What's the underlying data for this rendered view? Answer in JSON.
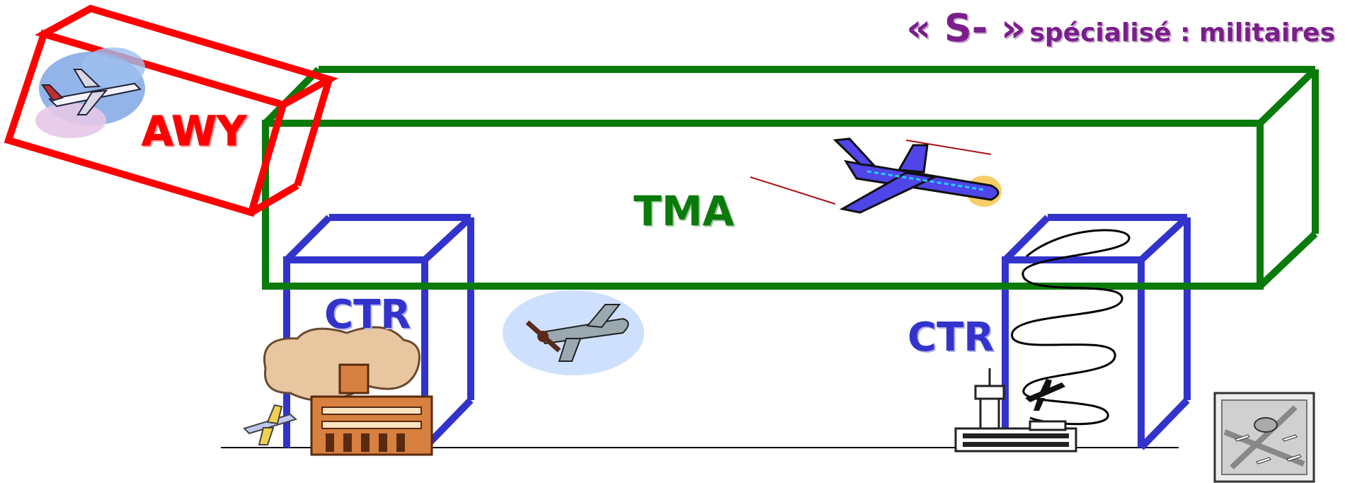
{
  "header": {
    "prefix": "« S- »",
    "text": "spécialisé : militaires",
    "color": "#7a1e8c"
  },
  "zones": {
    "awy": {
      "label": "AWY",
      "color": "#ff0000"
    },
    "tma": {
      "label": "TMA",
      "color": "#0a7a0a"
    },
    "ctr_left": {
      "label": "CTR",
      "color": "#3333cc"
    },
    "ctr_right": {
      "label": "CTR",
      "color": "#3333cc"
    }
  },
  "icons": [
    "business-jet-clipart",
    "airliner-clipart",
    "propeller-plane-clipart",
    "airport-terminal-clipart",
    "small-plane-clipart",
    "control-tower-clipart",
    "landing-airplane-clipart",
    "airport-map-clipart"
  ]
}
